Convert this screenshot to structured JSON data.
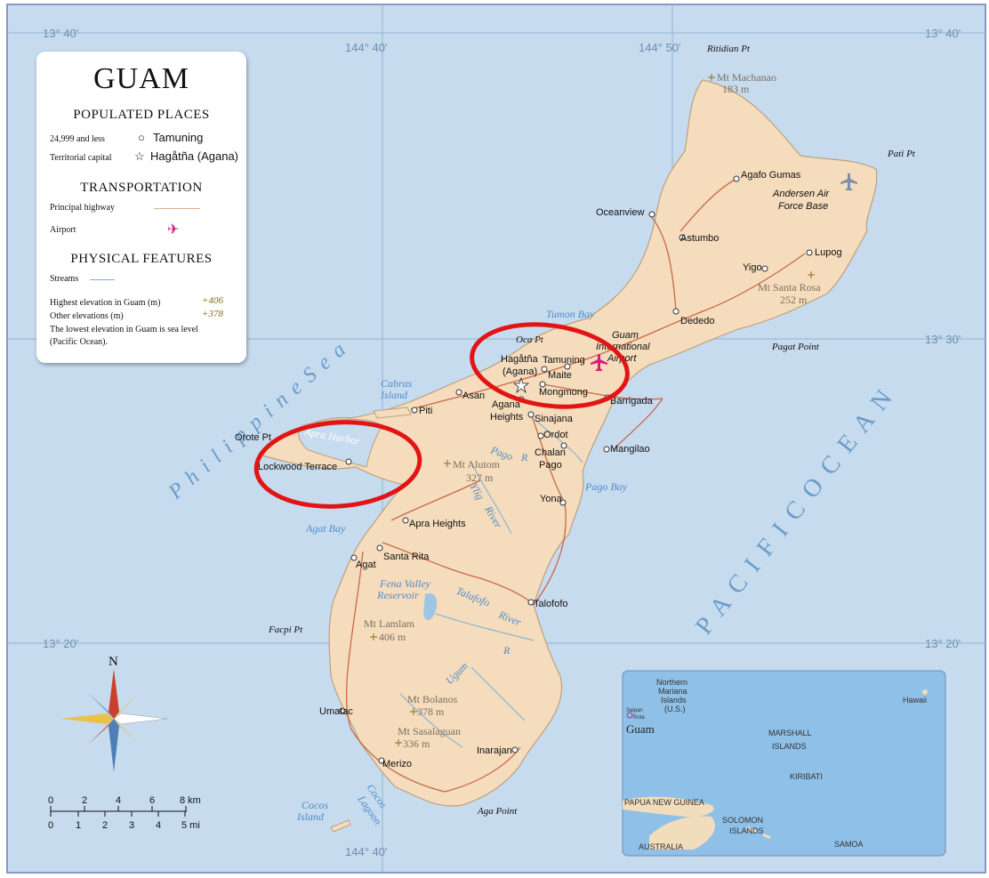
{
  "legend": {
    "title": "GUAM",
    "populated_places": "POPULATED PLACES",
    "pop_small_label": "24,999 and less",
    "pop_small_example": "Tamuning",
    "capital_label": "Territorial capital",
    "capital_example": "Hagåtña (Agana)",
    "transportation": "TRANSPORTATION",
    "highway": "Principal highway",
    "airport": "Airport",
    "physical": "PHYSICAL FEATURES",
    "streams": "Streams",
    "highest_label": "Highest elevation in Guam (m)",
    "highest_value": "406",
    "other_label": "Other elevations (m)",
    "other_value": "378",
    "lowest_line1": "The lowest elevation in Guam is sea level",
    "lowest_line2": "(Pacific Ocean)."
  },
  "graticule": {
    "lat_4040": "13° 40'",
    "lat_1330": "13° 30'",
    "lat_1320": "13° 20'",
    "lon_14440": "144° 40'",
    "lon_14450": "144° 50'"
  },
  "seas": {
    "philippine": "P h i l i p p i n e   S e a",
    "pacific": "P A C I F I C   O C E A N"
  },
  "places": {
    "ritidian": "Ritidian Pt",
    "machanao": "Mt Machanao",
    "machanao_elev": "183 m",
    "pati": "Pati Pt",
    "agafo": "Agafo Gumas",
    "andersen1": "Andersen Air",
    "andersen2": "Force Base",
    "oceanview": "Oceanview",
    "astumbo": "Astumbo",
    "yigo": "Yigo",
    "lupog": "Lupog",
    "santarosa": "Mt Santa Rosa",
    "santarosa_elev": "252 m",
    "dededo": "Dededo",
    "tumon": "Tumon Bay",
    "ocapt": "Oca Pt",
    "guam_intl1": "Guam",
    "guam_intl2": "International",
    "guam_intl3": "Airport",
    "pagat": "Pagat Point",
    "hagatna1": "Hagåtña",
    "hagatna2": "(Agana)",
    "tamuning": "Tamuning",
    "maite": "Maite",
    "mongmong": "Mongmong",
    "barrigada": "Barrigada",
    "asan": "Asan",
    "agana_heights1": "Agana",
    "agana_heights2": "Heights",
    "sinajana": "Sinajana",
    "ordot": "Ordot",
    "cabras1": "Cabras",
    "cabras2": "Island",
    "piti": "Piti",
    "orote": "Orote Pt",
    "apra_harbor": "Apra Harbor",
    "lockwood": "Lockwood Terrace",
    "alutom": "Mt Alutom",
    "alutom_elev": "327 m",
    "pago_river": "Pago",
    "pago_r": "R",
    "chalan1": "Chalan",
    "chalan2": "Pago",
    "mangilao": "Mangilao",
    "pago_bay": "Pago Bay",
    "ylig1": "Ylig",
    "ylig2": "River",
    "yona": "Yona",
    "apra_heights": "Apra Heights",
    "agat_bay": "Agat Bay",
    "agat": "Agat",
    "santa_rita": "Santa Rita",
    "fena1": "Fena Valley",
    "fena2": "Reservoir",
    "talafofo_r": "Talafofo",
    "talafofo_river": "River",
    "talofofo": "Talofofo",
    "facpi": "Facpi Pt",
    "lamlam": "Mt Lamlam",
    "lamlam_elev": "406 m",
    "ugum": "Ugum",
    "ugum_r": "R",
    "umatac": "Umatac",
    "bolanos": "Mt Bolanos",
    "bolanos_elev": "378 m",
    "sasalaguan": "Mt Sasalaguan",
    "sasalaguan_elev": "336 m",
    "inarajan": "Inarajan",
    "merizo": "Merizo",
    "cocos_island1": "Cocos",
    "cocos_island2": "Island",
    "cocos_lagoon1": "Cocos",
    "cocos_lagoon2": "Lagoon",
    "aga": "Aga Point"
  },
  "compass": {
    "n": "N"
  },
  "scale": {
    "km_ticks": [
      "0",
      "2",
      "4",
      "6",
      "8 km"
    ],
    "mi_ticks": [
      "0",
      "1",
      "2",
      "3",
      "4",
      "5 mi"
    ]
  },
  "inset": {
    "nmi1": "Northern",
    "nmi2": "Mariana",
    "nmi3": "Islands",
    "nmi4": "(U.S.)",
    "saipan": "Saipan",
    "rota": "Rota",
    "guam": "Guam",
    "hawaii": "Hawaii",
    "marshall1": "MARSHALL",
    "marshall2": "ISLANDS",
    "kiribati": "KIRIBATI",
    "png": "PAPUA NEW GUINEA",
    "solomon1": "SOLOMON",
    "solomon2": "ISLANDS",
    "australia": "AUSTRALIA",
    "samoa": "SAMOA"
  },
  "colors": {
    "sea": "#c7dbef",
    "land": "#f5dcbc",
    "road": "#c9694a",
    "highlight": "#e21414",
    "airport": "#d61c7c"
  }
}
